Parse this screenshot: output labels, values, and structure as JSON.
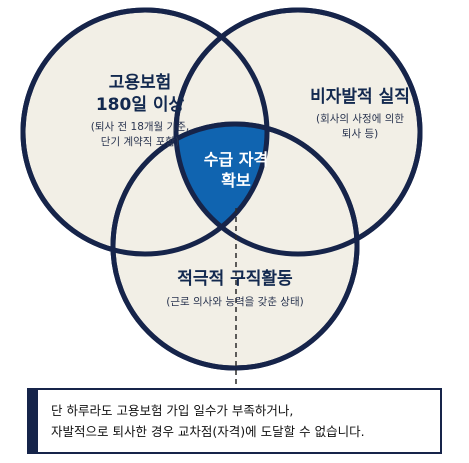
{
  "circles": {
    "left": {
      "title_line1": "고용보험",
      "title_line2": "180일 이상",
      "sub_line1": "(퇴사 전 18개월 기준,",
      "sub_line2": "단기 계약직 포함)"
    },
    "right": {
      "title": "비자발적 실직",
      "sub_line1": "(회사의 사정에 의한",
      "sub_line2": "퇴사 등)"
    },
    "bottom": {
      "title": "적극적 구직활동",
      "sub": "(근로 의사와 능력을 갖춘 상태)"
    }
  },
  "center": {
    "line1": "수급 자격",
    "line2": "확보"
  },
  "note": {
    "line1": "단 하루라도 고용보험 가입 일수가 부족하거나,",
    "line2": "자발적으로 퇴사한 경우 교차점(자격)에 도달할 수 없습니다."
  },
  "colors": {
    "circle_fill": "#f2efe6",
    "circle_stroke": "#16244a",
    "center_fill": "#1064b0",
    "text_dark": "#13294f"
  }
}
